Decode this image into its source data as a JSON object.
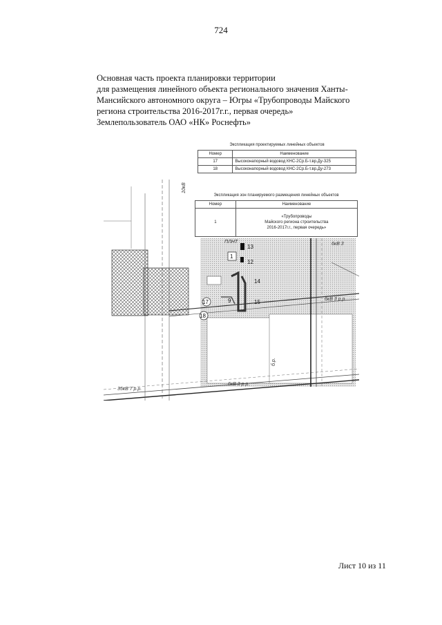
{
  "page_number": "724",
  "heading": {
    "line1": "Основная часть проекта планировки территории",
    "line2": "для размещения линейного объекта регионального значения Ханты-",
    "line3": "Мансийского автономного округа – Югры «Трубопроводы Майского",
    "line4": "региона строительства 2016-2017г.г., первая очередь»",
    "line5": "Землепользователь ОАО «НК» Роснефть»"
  },
  "table_linear_objects": {
    "caption": "Экспликация проектируемых линейных объектов",
    "headers": [
      "Номер",
      "Наименование"
    ],
    "rows": [
      {
        "number": "17",
        "name": "Высоконапорный водовод КНС-2Ср.Б-т.вр.Ду-325"
      },
      {
        "number": "18",
        "name": "Высоконапорный водовод КНС-2Ср.Б-т.вр.Ду-273"
      }
    ]
  },
  "table_zones": {
    "caption": "Экспликация зон планируемого размещения линейных объектов",
    "headers": [
      "Номер",
      "Наименование"
    ],
    "rows": [
      {
        "number": "1",
        "name_line1": "«Трубопроводы",
        "name_line2": "Майского региона строительства",
        "name_line3": "2016-2017г.г., первая очередь»"
      }
    ]
  },
  "map": {
    "labels": {
      "power_line_vertical": "10кВ",
      "power_line_35": "35кВ 7 р.р.",
      "power_line_6_bottom": "6кВ 3 р.р.",
      "power_line_6_right": "6кВ 3",
      "power_line_6_mid": "6кВ 3 р.р.",
      "pad_label": "ПЛНТ",
      "road_label": "б.р."
    },
    "markers": {
      "zone": "1",
      "pipeline_17": "17",
      "pipeline_18": "18",
      "obj_9": "9",
      "obj_14": "14",
      "obj_15": "15",
      "obj_12": "12",
      "obj_13": "13"
    }
  },
  "sheet_label": "Лист 10 из 11"
}
